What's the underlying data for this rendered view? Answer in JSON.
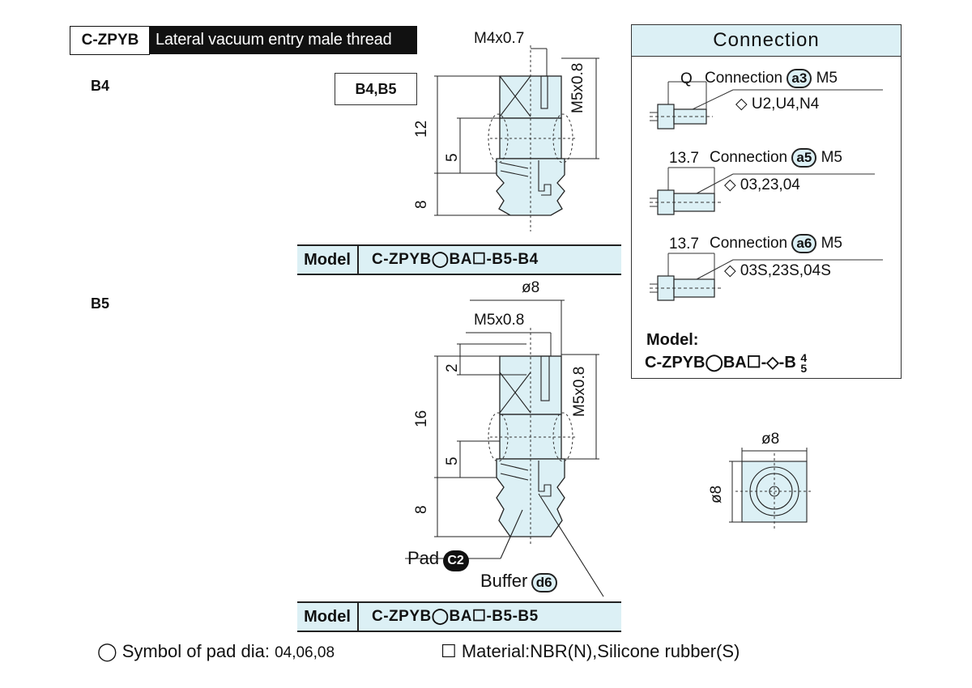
{
  "title": {
    "code": "C-ZPYB",
    "description": "Lateral vacuum entry male thread"
  },
  "section_b4": {
    "label": "B4",
    "variant_box": "B4,B5",
    "thread_top": "M4x0.7",
    "thread_side": "M5x0.8",
    "dim_12": "12",
    "dim_5": "5",
    "dim_8": "8",
    "model_label": "Model",
    "model_value": "C-ZPYB◯BA☐-B5-B4"
  },
  "section_b5": {
    "label": "B5",
    "dia_top": "ø8",
    "thread_top": "M5x0.8",
    "thread_side": "M5x0.8",
    "dim_2": "2",
    "dim_16": "16",
    "dim_5": "5",
    "dim_8": "8",
    "pad_label": "Pad",
    "pad_badge": "C2",
    "buffer_label": "Buffer",
    "buffer_badge": "d6",
    "model_label": "Model",
    "model_value": "C-ZPYB◯BA☐-B5-B5"
  },
  "connection": {
    "header": "Connection",
    "items": [
      {
        "dim": "Q",
        "label": "Connection",
        "badge": "a3",
        "thread": "M5",
        "options": "◇ U2,U4,N4"
      },
      {
        "dim": "13.7",
        "label": "Connection",
        "badge": "a5",
        "thread": "M5",
        "options": "◇ 03,23,04"
      },
      {
        "dim": "13.7",
        "label": "Connection",
        "badge": "a6",
        "thread": "M5",
        "options": "◇ 03S,23S,04S"
      }
    ],
    "model_label": "Model:",
    "model_value": "C-ZPYB◯BA☐-◇-B",
    "model_sup": "4",
    "model_sub": "5"
  },
  "top_view": {
    "dia_top": "ø8",
    "dia_side": "ø8"
  },
  "legend": {
    "pad_symbol": "◯ Symbol of pad dia: ",
    "pad_values": "04,06,08",
    "material": "☐ Material:NBR(N),Silicone rubber(S)"
  },
  "colors": {
    "accent_fill": "#dcf0f5",
    "line": "#222222"
  }
}
